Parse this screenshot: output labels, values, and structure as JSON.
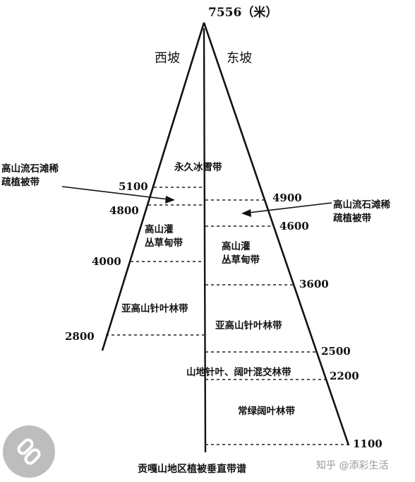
{
  "summit": "7556（米）",
  "west_slope": "西坡",
  "east_slope": "东坡",
  "zones": {
    "permanent_snow": "永久冰雪带",
    "alpine_scree_west": "高山流石滩稀\n疏植被带",
    "alpine_scree_east": "高山流石滩稀\n疏植被带",
    "alpine_shrub_west": "高山灌\n丛草甸带",
    "alpine_shrub_east": "高山灌\n丛草甸带",
    "subalpine_conifer_west": "亚高山针叶林带",
    "subalpine_conifer_east": "亚高山针叶林带",
    "mixed_forest": "山地针叶、阔叶混交林带",
    "evergreen_broadleaf": "常绿阔叶林带"
  },
  "west_elevations": [
    "5100",
    "4800",
    "4000",
    "2800"
  ],
  "east_elevations": [
    "4900",
    "4600",
    "3600",
    "2500",
    "2200",
    "1100"
  ],
  "caption": "贡嘎山地区植被垂直带谱",
  "watermark": "知乎 @添彩生活"
}
